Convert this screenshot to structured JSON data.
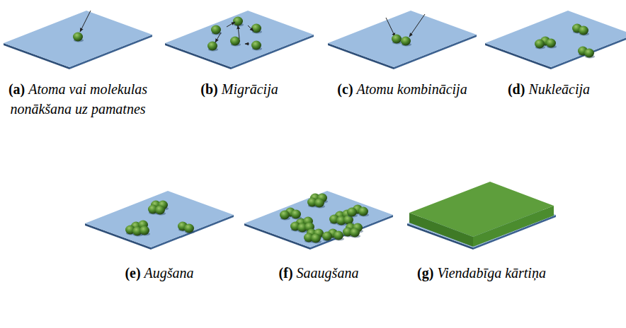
{
  "diagram": {
    "labels": [
      "(a)",
      "Atoma vai molekulas nonākšana uz pamatnes",
      "(b)",
      "Migrācija",
      "(c)",
      "Atomu kombinācija",
      "(d)",
      "Nukleācija",
      "(e)",
      "Augšana",
      "(f)",
      "Saaugšana",
      "(g)",
      "Viendabīga kārtiņa"
    ]
  }
}
